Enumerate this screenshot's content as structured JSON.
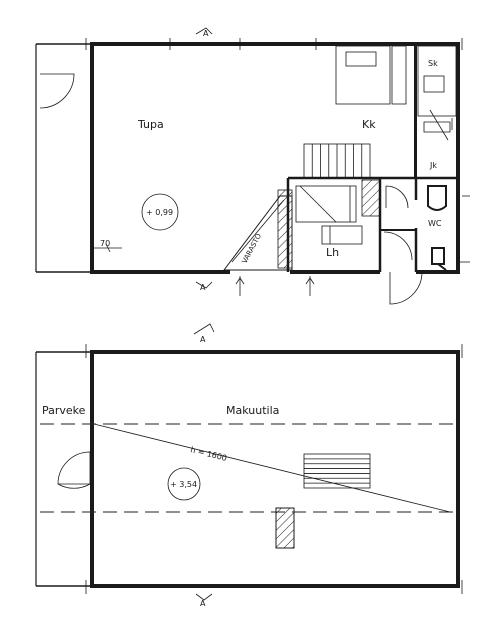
{
  "ground_floor": {
    "rooms": {
      "tupa": "Tupa",
      "kk": "Kk",
      "lh": "Lh",
      "sk": "Sk",
      "jk": "Jk",
      "wc": "WC",
      "varasto": "VARASTO"
    },
    "level_mark": "+ 0,99",
    "dimension_70": "70",
    "section_mark": "A"
  },
  "upper_floor": {
    "rooms": {
      "parveke": "Parveke",
      "makuutila": "Makuutila"
    },
    "level_mark": "+ 3,54",
    "height_note": "h = 1600",
    "section_mark": "A"
  }
}
